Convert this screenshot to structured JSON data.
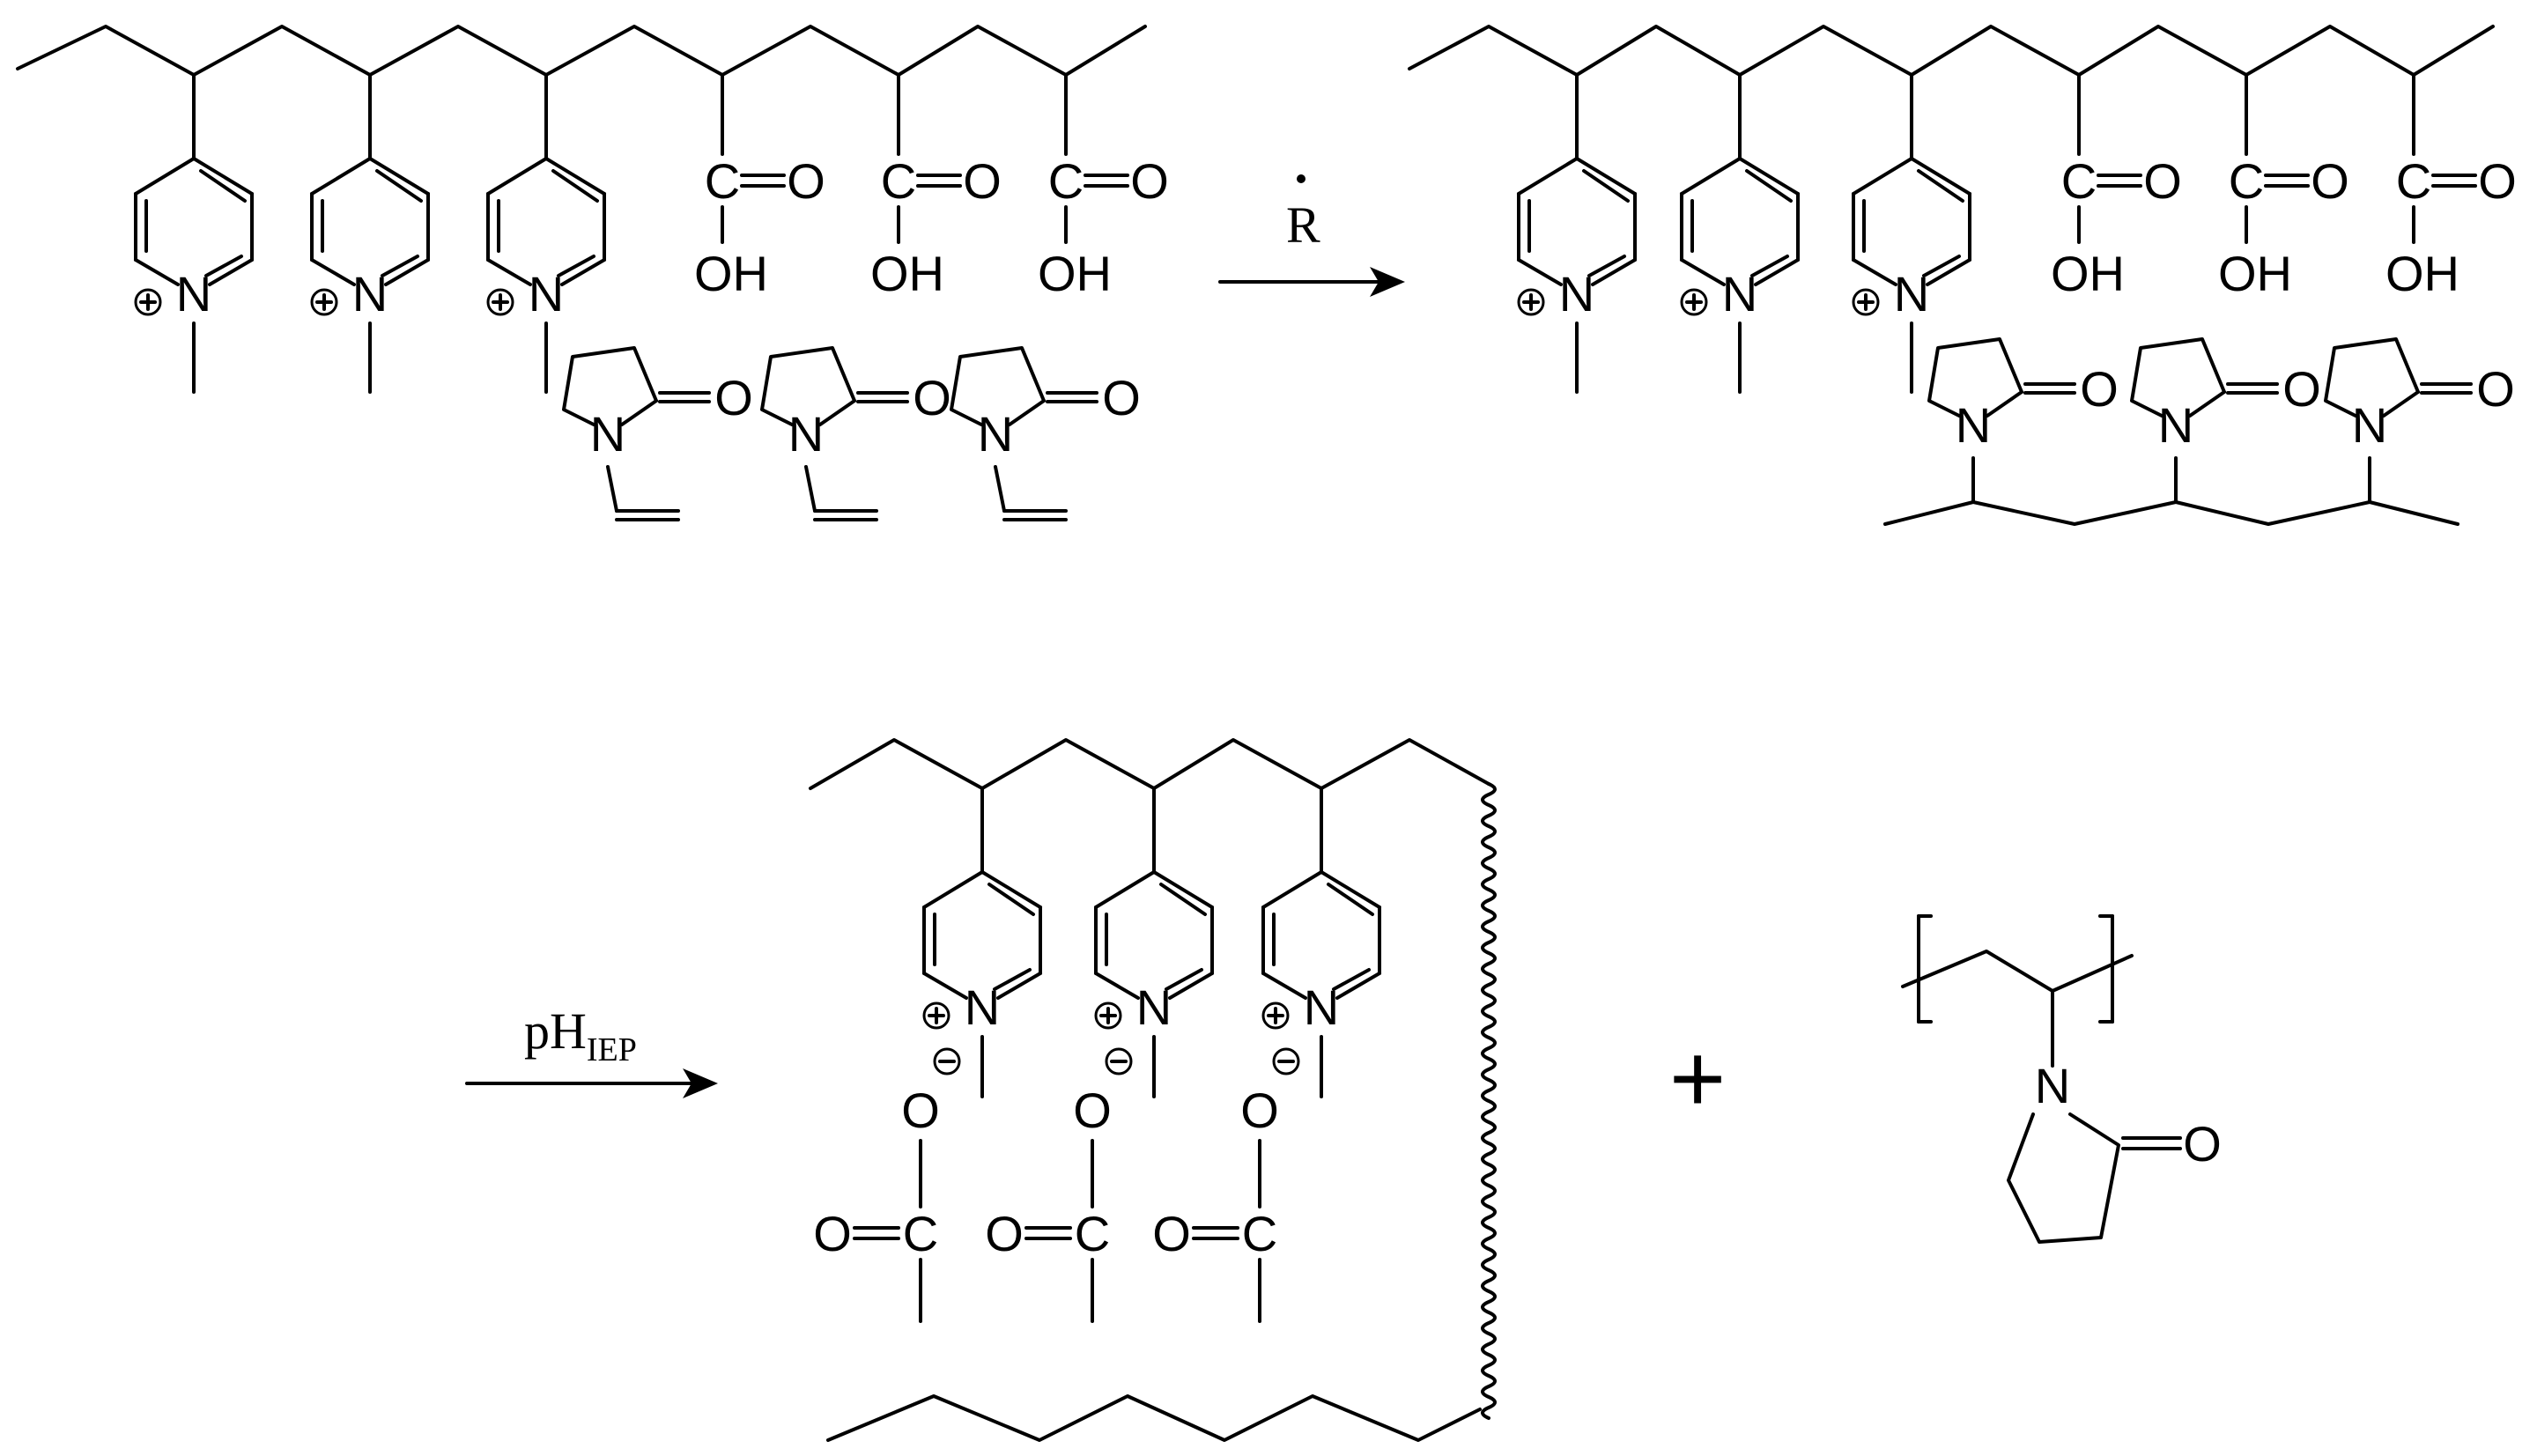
{
  "scheme": {
    "arrow1_label": "R",
    "arrow2_label_main": "pH",
    "arrow2_label_sub": "IEP",
    "plus_sign": "+"
  },
  "atoms": {
    "N": "N",
    "O": "O",
    "C": "C",
    "OH": "OH",
    "plus": "+",
    "minus": "−",
    "C_eq_O": "C=O",
    "O_minus": "O"
  }
}
